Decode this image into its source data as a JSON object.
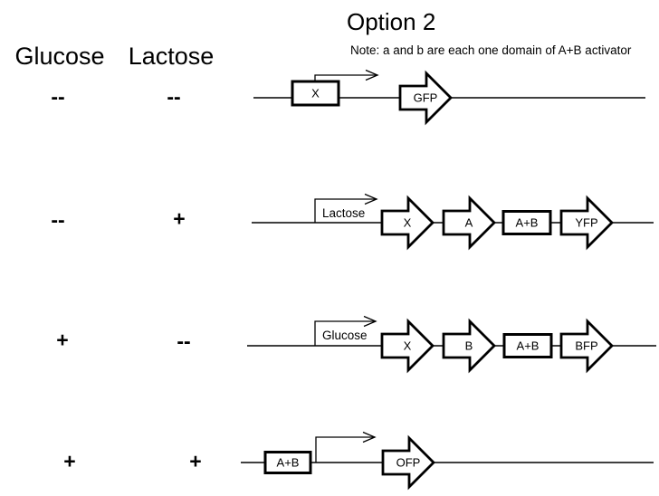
{
  "title": "Option 2",
  "note": "Note: a and b are each one domain of A+B activator",
  "colors": {
    "ink": "#000000",
    "background": "#ffffff"
  },
  "columns": {
    "glucose": "Glucose",
    "lactose": "Lactose"
  },
  "rows": [
    {
      "glucose_state": "--",
      "lactose_state": "--",
      "box_label": "X",
      "reporter": "GFP"
    },
    {
      "glucose_state": "--",
      "lactose_state": "+",
      "promoter_label": "Lactose",
      "genes": [
        "X",
        "A"
      ],
      "complex_label": "A+B",
      "reporter": "YFP"
    },
    {
      "glucose_state": "+",
      "lactose_state": "--",
      "promoter_label": "Glucose",
      "genes": [
        "X",
        "B"
      ],
      "complex_label": "A+B",
      "reporter": "BFP"
    },
    {
      "glucose_state": "+",
      "lactose_state": "+",
      "box_label": "A+B",
      "reporter": "OFP"
    }
  ]
}
